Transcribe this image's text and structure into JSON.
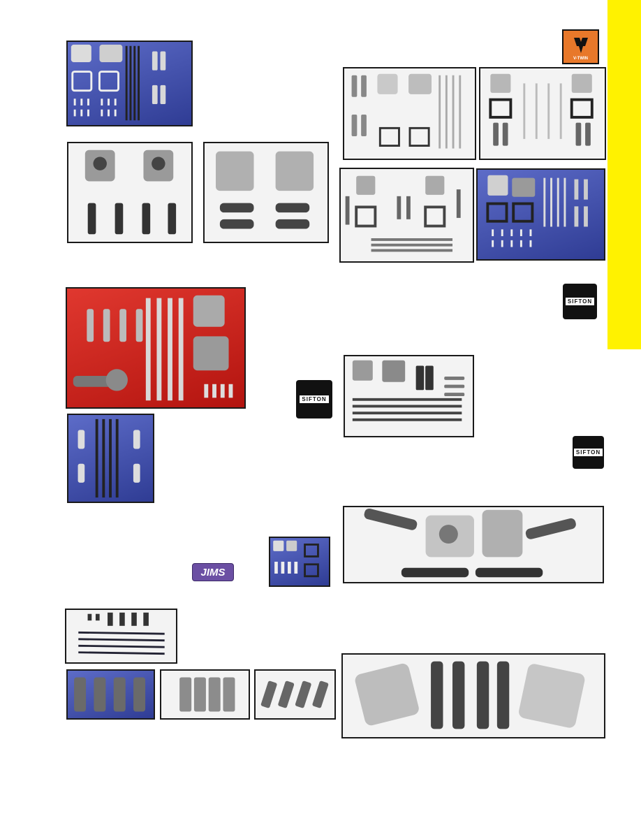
{
  "logos": {
    "vtwin": "V-TWIN",
    "sifton": "SIFTON",
    "jims": "JIMS"
  },
  "colors": {
    "tab": "#fff200",
    "photo_blue": "#3f4fb0",
    "photo_red": "#d62a22",
    "frame": "#1a1a1a"
  },
  "photos": [
    {
      "name": "tappet-block-kit-blue-top-left"
    },
    {
      "name": "tappet-block-kit-top-right-a"
    },
    {
      "name": "tappet-block-kit-top-right-b"
    },
    {
      "name": "chrome-tappet-blocks-with-lifters"
    },
    {
      "name": "tappet-blocks-with-roller-lifters"
    },
    {
      "name": "tappet-block-kit-mid-right"
    },
    {
      "name": "tappet-block-kit-blue-mid-right"
    },
    {
      "name": "tappet-cam-kit-red"
    },
    {
      "name": "sifton-tappet-kit"
    },
    {
      "name": "pushrod-lifter-kit-blue"
    },
    {
      "name": "jims-kit-small"
    },
    {
      "name": "roller-lifter-tappet-blocks-wide"
    },
    {
      "name": "pushrod-set-small"
    },
    {
      "name": "lifter-guides-blue"
    },
    {
      "name": "lifter-guides-white"
    },
    {
      "name": "lifters-white"
    },
    {
      "name": "chrome-tappet-blocks-lifters-wide"
    }
  ]
}
